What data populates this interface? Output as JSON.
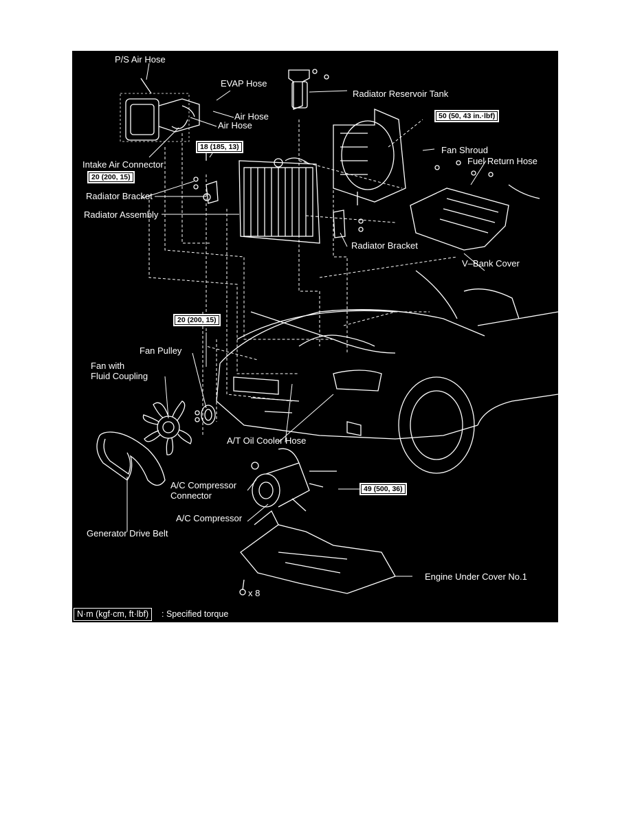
{
  "labels": {
    "ps_air_hose": "P/S Air Hose",
    "evap_hose": "EVAP Hose",
    "air_hose_1": "Air Hose",
    "air_hose_2": "Air Hose",
    "radiator_reservoir_tank": "Radiator Reservoir Tank",
    "intake_air_connector": "Intake Air Connector",
    "fan_shroud": "Fan Shroud",
    "fuel_return_hose": "Fuel Return Hose",
    "radiator_bracket_left": "Radiator Bracket",
    "radiator_assembly": "Radiator Assembly",
    "radiator_bracket_right": "Radiator Bracket",
    "v_bank_cover": "V–Bank Cover",
    "fan_pulley": "Fan Pulley",
    "fan_with_fluid_coupling": "Fan with\nFluid Coupling",
    "at_oil_cooler_hose": "A/T Oil Cooler Hose",
    "ac_compressor_connector": "A/C Compressor\nConnector",
    "ac_compressor": "A/C Compressor",
    "generator_drive_belt": "Generator Drive Belt",
    "engine_under_cover": "Engine Under Cover No.1",
    "bolt_count": "x 8"
  },
  "torques": {
    "t50": "50 (50, 43 in.·lbf)",
    "t18": "18 (185, 13)",
    "t20_upper": "20 (200, 15)",
    "t20_lower": "20 (200, 15)",
    "t49": "49 (500, 36)"
  },
  "legend": {
    "unit": "N·m (kgf·cm, ft·lbf)",
    "meaning": ": Specified torque"
  },
  "colors": {
    "background": "#000000",
    "line": "#ffffff"
  }
}
